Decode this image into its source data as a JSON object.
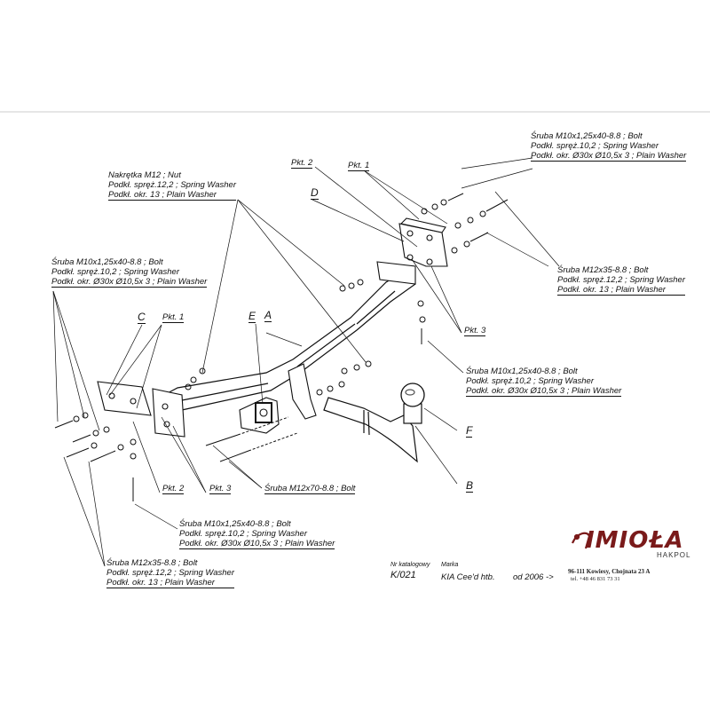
{
  "parts": {
    "nut_top": [
      "Nakrętka  M12 ; Nut",
      "Podkł. spręż.12,2 ; Spring Washer",
      "Podkł. okr. 13 ; Plain Washer"
    ],
    "bolt_top_right": [
      "Śruba M10x1,25x40-8.8 ;  Bolt",
      "Podkł. spręż.10,2 ; Spring Washer",
      "Podkł. okr.  Ø30x Ø10,5x 3 ; Plain Washer"
    ],
    "bolt_left": [
      "Śruba M10x1,25x40-8.8 ;  Bolt",
      "Podkł. spręż.10,2 ; Spring Washer",
      "Podkł. okr.  Ø30x Ø10,5x 3 ; Plain Washer"
    ],
    "bolt_m12_right": [
      "Śruba M12x35-8.8 ;  Bolt",
      "Podkł. spręż.12,2 ; Spring Washer",
      "Podkł. okr. 13 ; Plain Washer"
    ],
    "bolt_mid_right": [
      "Śruba M10x1,25x40-8.8 ;  Bolt",
      "Podkł. spręż.10,2 ; Spring Washer",
      "Podkł. okr.  Ø30x Ø10,5x 3 ; Plain Washer"
    ],
    "bolt_m12x70": "Śruba M12x70-8.8 ;  Bolt",
    "bolt_bottom": [
      "Śruba M10x1,25x40-8.8 ;  Bolt",
      "Podkł. spręż.10,2 ; Spring Washer",
      "Podkł. okr.  Ø30x Ø10,5x 3 ; Plain Washer"
    ],
    "bolt_m12_left": [
      "Śruba M12x35-8.8 ;  Bolt",
      "Podkł. spręż.12,2 ; Spring Washer",
      "Podkł. okr. 13 ; Plain Washer"
    ]
  },
  "points": {
    "pkt1_top": "Pkt. 1",
    "pkt2_top": "Pkt. 2",
    "pkt3_right": "Pkt. 3",
    "pkt1_left": "Pkt. 1",
    "pkt2_bottom": "Pkt. 2",
    "pkt3_bottom": "Pkt. 3"
  },
  "letters": {
    "A": "A",
    "B": "B",
    "C": "C",
    "D": "D",
    "E": "E",
    "F": "F"
  },
  "catalog": {
    "nr_label": "Nr katalogowy",
    "nr_value": "K/021",
    "marka_label": "Marka",
    "marka_value": "KIA Cee'd  htb.",
    "year": "od  2006 ->"
  },
  "logo": {
    "brand": "IMIOŁA",
    "sub": "HAKPOL",
    "address": "96-111 Kowiesy, Chojnata 23 A",
    "tel": "tel. +48 46 831 73 31",
    "color": "#7a1a1a"
  }
}
